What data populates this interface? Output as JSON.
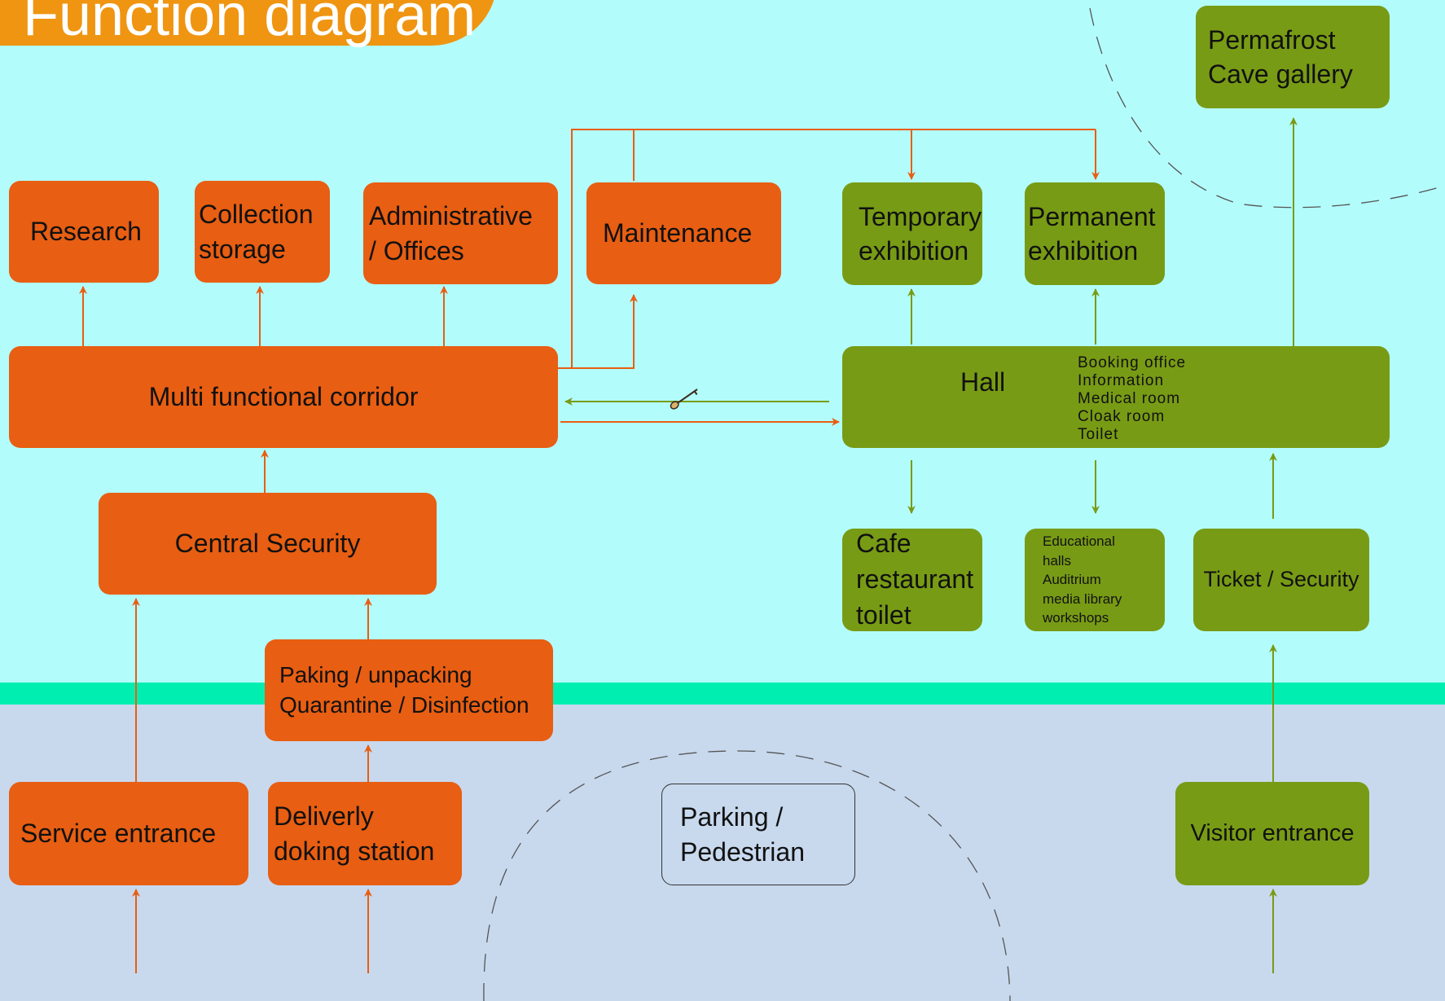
{
  "title": "Function diagram",
  "colors": {
    "service": "#e85e12",
    "visitor": "#789b15",
    "upper_zone": "#b3fcfc",
    "lower_zone": "#c8d9ee",
    "divider": "#00efb0",
    "title_tab": "#ef9511"
  },
  "service_zone": {
    "research": "Research",
    "collection_storage": [
      "Collection",
      "storage"
    ],
    "administrative_offices": [
      "Administrative",
      "/ Offices"
    ],
    "maintenance": "Maintenance",
    "multi_functional_corridor": "Multi functional corridor",
    "central_security": "Central Security",
    "packing_quarantine": [
      "Paking / unpacking",
      "Quarantine / Disinfection"
    ],
    "service_entrance": "Service entrance",
    "delivery_docking": [
      "Deliverly",
      "doking station"
    ]
  },
  "visitor_zone": {
    "permafrost_gallery": [
      "Permafrost",
      "Cave gallery"
    ],
    "temporary_exhibition": [
      "Temporary",
      "exhibition"
    ],
    "permanent_exhibition": [
      "Permanent",
      "exhibition"
    ],
    "hall": "Hall",
    "hall_services": [
      "Booking office",
      "Information",
      "Medical room",
      "Cloak room",
      "Toilet"
    ],
    "cafe": [
      "Cafe",
      "restaurant",
      "toilet"
    ],
    "educational": [
      "Educational",
      "halls",
      "Auditrium",
      "media library",
      "workshops"
    ],
    "ticket_security": "Ticket / Security",
    "visitor_entrance": "Visitor entrance"
  },
  "parking": [
    "Parking /",
    "Pedestrian"
  ],
  "icons": {
    "key": "key-icon"
  }
}
